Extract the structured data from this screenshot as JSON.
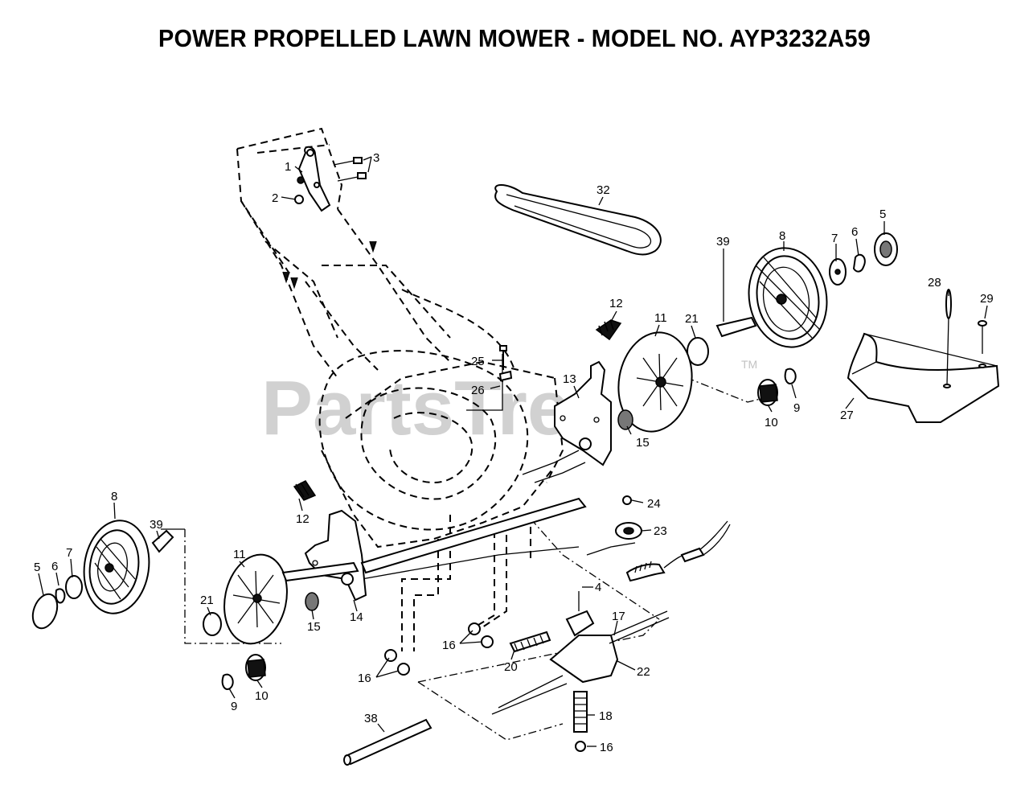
{
  "title": "POWER PROPELLED LAWN MOWER - MODEL NO. AYP3232A59",
  "watermark": "PartsTree",
  "watermark_mark": "TM",
  "callouts": [
    {
      "id": "c-1",
      "text": "1"
    },
    {
      "id": "c-2",
      "text": "2"
    },
    {
      "id": "c-3",
      "text": "3"
    },
    {
      "id": "c-32",
      "text": "32"
    },
    {
      "id": "c-5a",
      "text": "5"
    },
    {
      "id": "c-8a",
      "text": "8"
    },
    {
      "id": "c-7a",
      "text": "7"
    },
    {
      "id": "c-6a",
      "text": "6"
    },
    {
      "id": "c-28",
      "text": "28"
    },
    {
      "id": "c-29",
      "text": "29"
    },
    {
      "id": "c-12a",
      "text": "12"
    },
    {
      "id": "c-11a",
      "text": "11"
    },
    {
      "id": "c-21a",
      "text": "21"
    },
    {
      "id": "c-39a",
      "text": "39"
    },
    {
      "id": "c-25",
      "text": "25"
    },
    {
      "id": "c-26",
      "text": "26"
    },
    {
      "id": "c-13",
      "text": "13"
    },
    {
      "id": "c-15a",
      "text": "15"
    },
    {
      "id": "c-10a",
      "text": "10"
    },
    {
      "id": "c-9a",
      "text": "9"
    },
    {
      "id": "c-27",
      "text": "27"
    },
    {
      "id": "c-8b",
      "text": "8"
    },
    {
      "id": "c-39b",
      "text": "39"
    },
    {
      "id": "c-5b",
      "text": "5"
    },
    {
      "id": "c-6b",
      "text": "6"
    },
    {
      "id": "c-7b",
      "text": "7"
    },
    {
      "id": "c-12b",
      "text": "12"
    },
    {
      "id": "c-11b",
      "text": "11"
    },
    {
      "id": "c-21b",
      "text": "21"
    },
    {
      "id": "c-14",
      "text": "14"
    },
    {
      "id": "c-15b",
      "text": "15"
    },
    {
      "id": "c-9b",
      "text": "9"
    },
    {
      "id": "c-10b",
      "text": "10"
    },
    {
      "id": "c-24",
      "text": "24"
    },
    {
      "id": "c-23",
      "text": "23"
    },
    {
      "id": "c-4",
      "text": "4"
    },
    {
      "id": "c-17",
      "text": "17"
    },
    {
      "id": "c-16a",
      "text": "16"
    },
    {
      "id": "c-16b",
      "text": "16"
    },
    {
      "id": "c-20",
      "text": "20"
    },
    {
      "id": "c-22",
      "text": "22"
    },
    {
      "id": "c-18",
      "text": "18"
    },
    {
      "id": "c-16c",
      "text": "16"
    },
    {
      "id": "c-38",
      "text": "38"
    }
  ]
}
